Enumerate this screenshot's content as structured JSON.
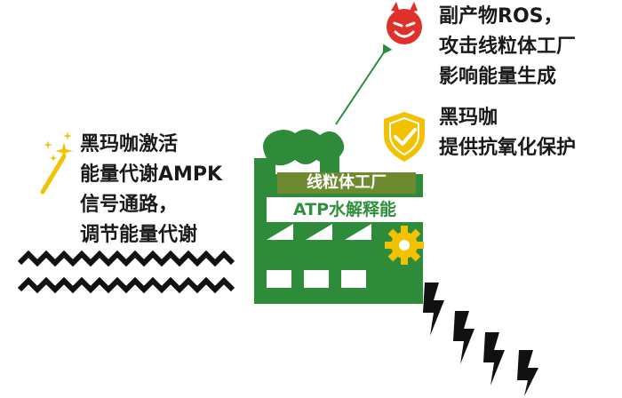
{
  "left_note": {
    "lines": [
      "黑玛咖激活",
      "能量代谢AMPK",
      "信号通路，",
      "调节能量代谢"
    ]
  },
  "ros_note": {
    "lines": [
      "副产物ROS，",
      "攻击线粒体工厂",
      "影响能量生成"
    ]
  },
  "protect_note": {
    "lines": [
      "黑玛咖",
      "提供抗氧化保护"
    ]
  },
  "factory": {
    "title": "线粒体工厂",
    "subtitle": "ATP水解释能"
  },
  "icons": {
    "magic": "magic-wand-icon",
    "devil": "devil-face-icon",
    "shield": "shield-check-icon",
    "gear": "gear-icon",
    "lightning": "lightning-bolt-icon"
  },
  "colors": {
    "factory_green": "#2e8b3a",
    "label_olive": "#6d8b2e",
    "gold": "#f2c200",
    "devil_red": "#e0302a",
    "zigzag": "#111111"
  }
}
